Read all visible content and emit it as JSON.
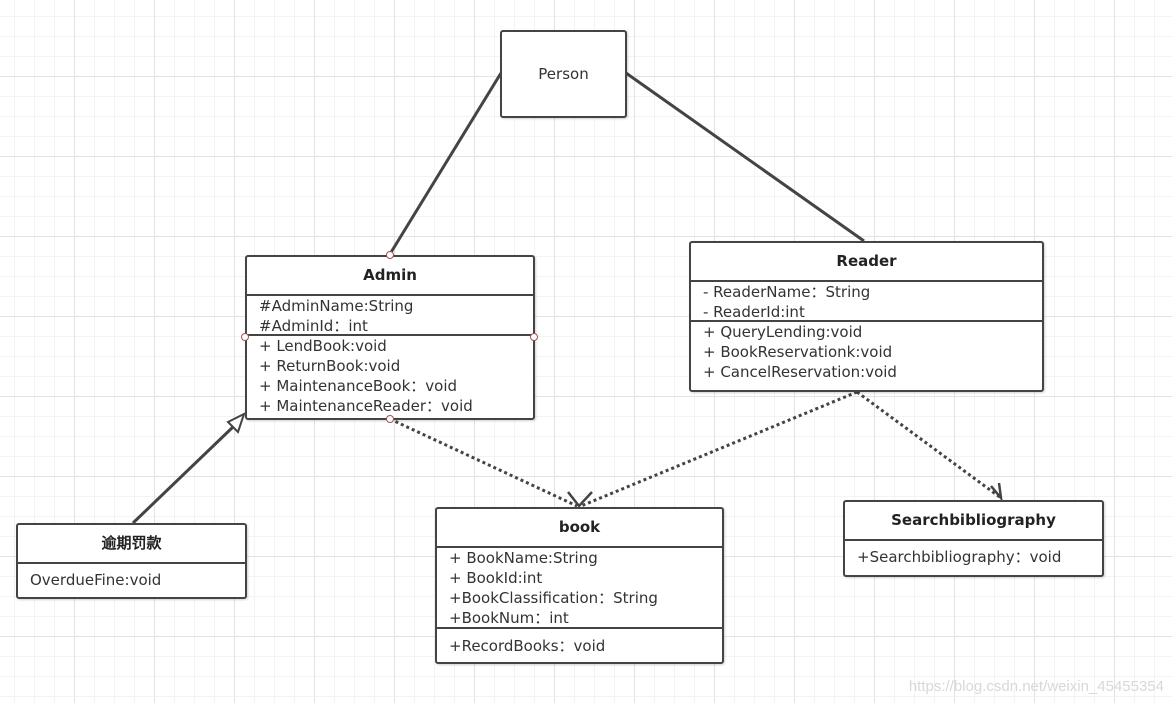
{
  "diagram": {
    "person": {
      "label": "Person"
    },
    "admin": {
      "name": "Admin",
      "attributes": [
        "#AdminName:String",
        "#AdminId：int"
      ],
      "methods": [
        "+ LendBook:void",
        "+ ReturnBook:void",
        "+ MaintenanceBook：void",
        "+ MaintenanceReader：void"
      ]
    },
    "reader": {
      "name": "Reader",
      "attributes": [
        "- ReaderName：String",
        "- ReaderId:int"
      ],
      "methods": [
        "+ QueryLending:void",
        "+ BookReservationk:void",
        "+ CancelReservation:void"
      ]
    },
    "overdue": {
      "name": "逾期罚款",
      "methods": [
        "OverdueFine:void"
      ]
    },
    "book": {
      "name": "book",
      "attributes": [
        "+ BookName:String",
        "+ BookId:int",
        "+BookClassification：String",
        "+BookNum：int"
      ],
      "methods": [
        "+RecordBooks：void"
      ]
    },
    "search": {
      "name": "Searchbibliography",
      "methods": [
        "+Searchbibliography：void"
      ]
    },
    "relations": [
      {
        "from": "Admin",
        "to": "Person",
        "kind": "association"
      },
      {
        "from": "Reader",
        "to": "Person",
        "kind": "association"
      },
      {
        "from": "逾期罚款",
        "to": "Admin",
        "kind": "generalization"
      },
      {
        "from": "Admin",
        "to": "book",
        "kind": "dependency"
      },
      {
        "from": "Reader",
        "to": "book",
        "kind": "dependency"
      },
      {
        "from": "Reader",
        "to": "Searchbibliography",
        "kind": "dependency"
      }
    ]
  },
  "watermark": "https://blog.csdn.net/weixin_45455354",
  "colors": {
    "line": "#444444",
    "grid": "#e3e3e3",
    "handle": "#a05050"
  }
}
